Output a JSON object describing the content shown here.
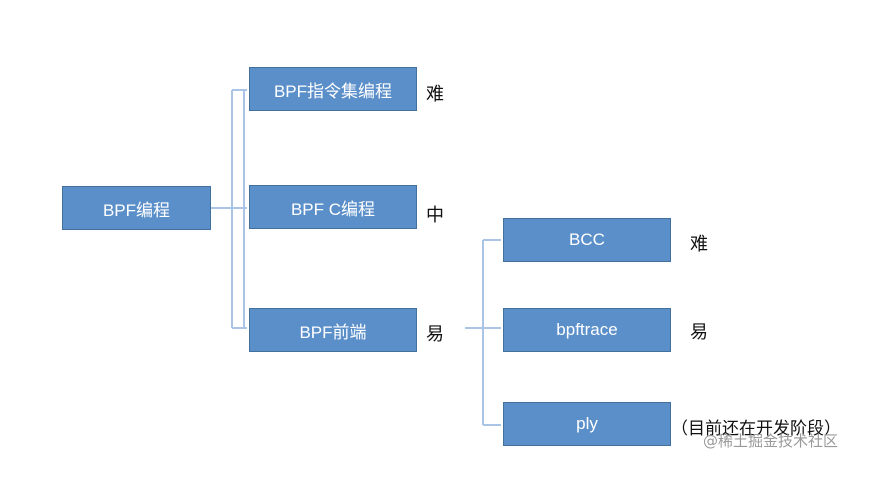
{
  "root": {
    "label": "BPF编程"
  },
  "level1": [
    {
      "label": "BPF指令集编程",
      "difficulty": "难"
    },
    {
      "label": "BPF C编程",
      "difficulty": "中"
    },
    {
      "label": "BPF前端",
      "difficulty": "易"
    }
  ],
  "frontends": [
    {
      "label": "BCC",
      "note": "难"
    },
    {
      "label": "bpftrace",
      "note": "易"
    },
    {
      "label": "ply",
      "note": "（目前还在开发阶段）"
    }
  ],
  "watermark": "@稀土掘金技术社区",
  "colors": {
    "node_fill": "#5b8fc9",
    "node_border": "#41719c",
    "connector": "#a9c4e4"
  }
}
